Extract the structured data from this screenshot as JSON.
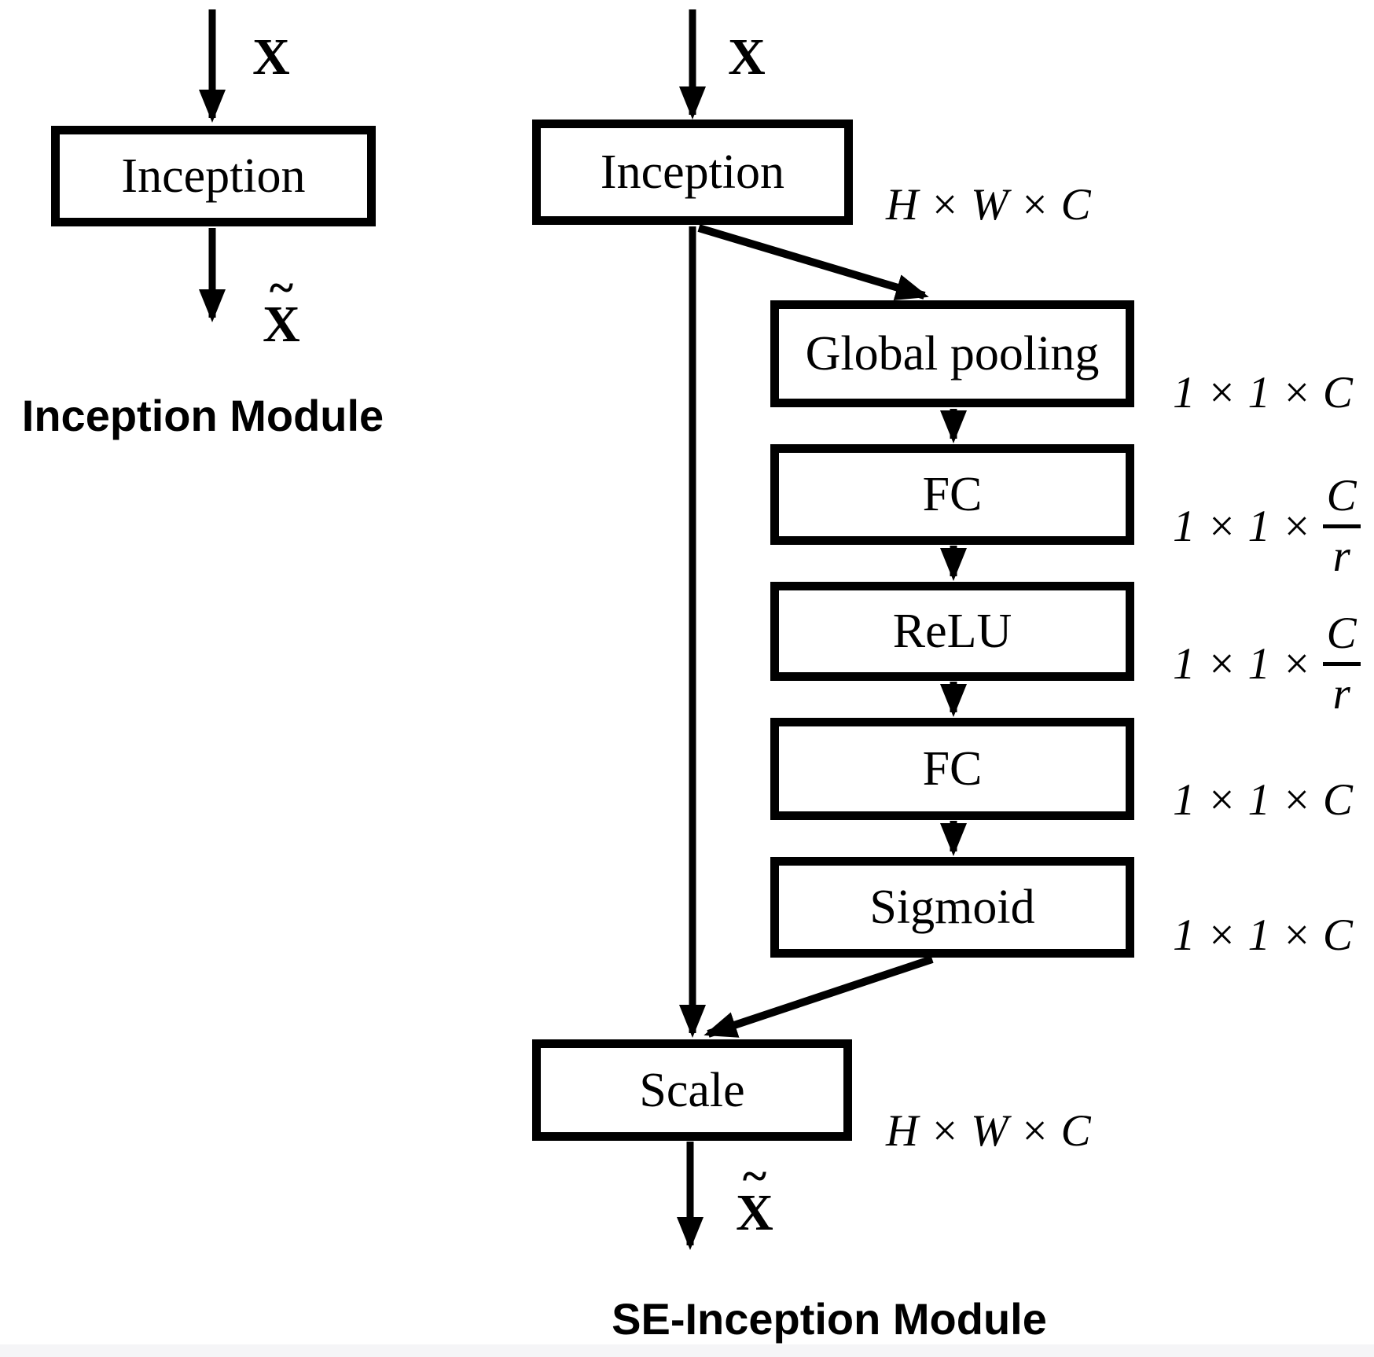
{
  "page": {
    "background": "#ffffff",
    "ink": "#000000"
  },
  "left_diagram": {
    "input_label": "X",
    "inception_block": "Inception",
    "output_tilde": "~",
    "output_letter": "X",
    "caption": "Inception Module"
  },
  "right_diagram": {
    "input_label": "X",
    "blocks": {
      "inception": "Inception",
      "global_pooling": "Global pooling",
      "fc1": "FC",
      "relu": "ReLU",
      "fc2": "FC",
      "sigmoid": "Sigmoid",
      "scale": "Scale"
    },
    "dims": {
      "inception": "H × W × C",
      "global_pooling": "1 × 1 × C",
      "fc1_prefix": "1 × 1 ×",
      "fc1_numerator": "C",
      "fc1_denominator": "r",
      "relu_prefix": "1 × 1 ×",
      "relu_numerator": "C",
      "relu_denominator": "r",
      "fc2": "1 × 1 × C",
      "sigmoid": "1 × 1 × C",
      "scale": "H × W × C"
    },
    "output_tilde": "~",
    "output_letter": "X",
    "caption": "SE-Inception Module"
  }
}
